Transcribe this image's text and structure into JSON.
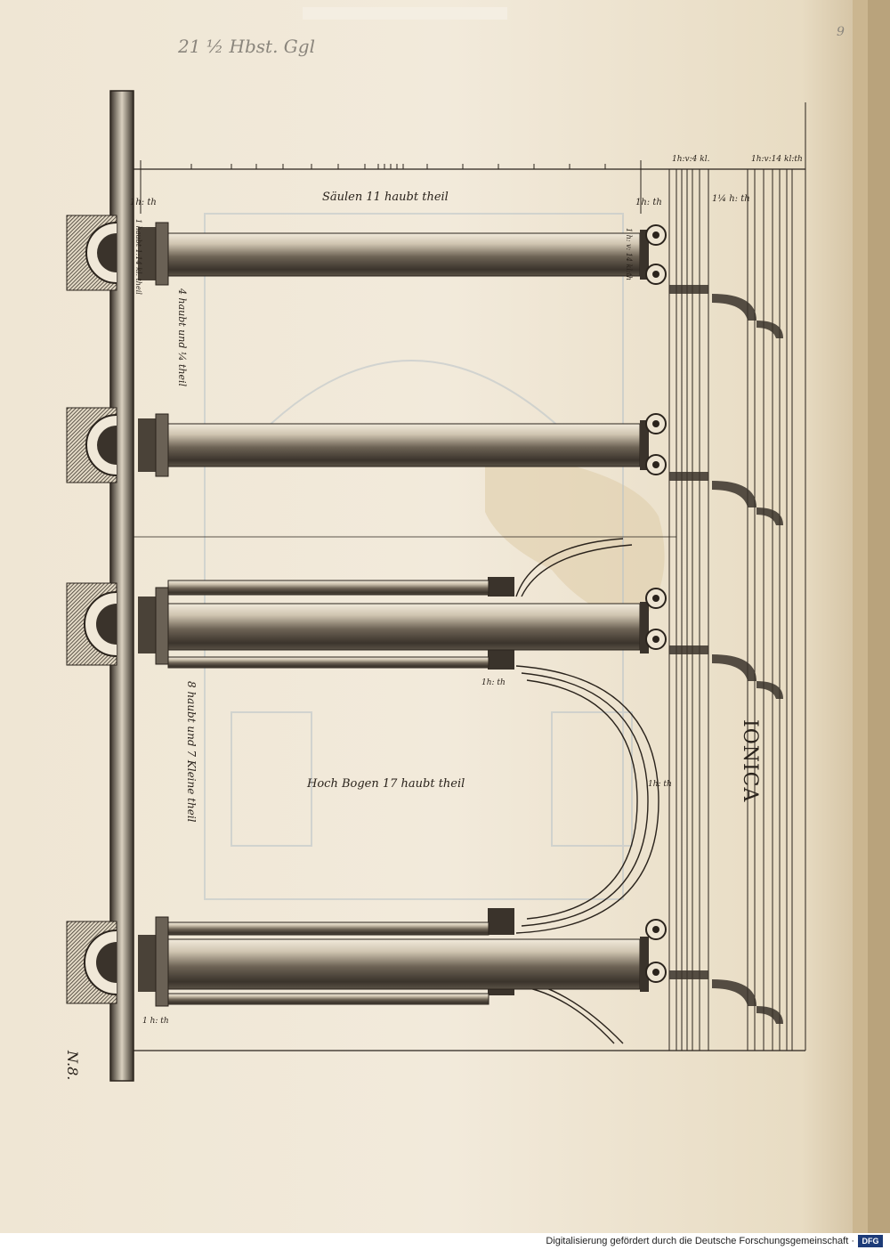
{
  "page": {
    "pencil_note": "21 ½ Hbst. Ggl",
    "page_number": "9",
    "side_mark": "N.8."
  },
  "plate": {
    "title": "IONICA",
    "scale_top_left": "1h:v:4 kl.",
    "scale_top_right": "1h:v:14 kl:th",
    "label_1h_left": "1h: th",
    "label_1h_mid": "1h: th",
    "label_1_quarter": "1¼ h: th",
    "label_saulen": "Säulen 11 haubt theil",
    "label_vert_1": "4 haubt und ¼ theil",
    "label_vert_2": "8 haubt und 7 Kleine theil",
    "label_base_col": "1 haubt 1:14 kl. theil",
    "label_cap_col": "1 h: v: 14 kl:th",
    "label_hoch_bogen": "Hoch Bogen 17 haubt theil",
    "label_1h_arch": "1h: th",
    "label_1h_right": "1h: th",
    "label_1h_bottom": "1 h: th"
  },
  "footer": {
    "text": "Digitalisierung gefördert durch die Deutsche Forschungsgemeinschaft ·",
    "logo": "DFG"
  }
}
